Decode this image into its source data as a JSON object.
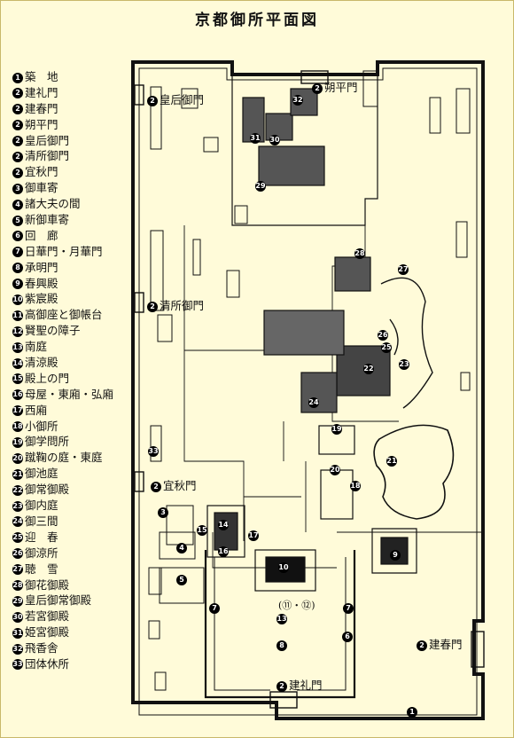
{
  "title": "京都御所平面図",
  "legend": [
    {
      "no": "1",
      "name": "築　地"
    },
    {
      "no": "2",
      "name": "建礼門"
    },
    {
      "no": "2",
      "name": "建春門"
    },
    {
      "no": "2",
      "name": "朔平門"
    },
    {
      "no": "2",
      "name": "皇后御門"
    },
    {
      "no": "2",
      "name": "清所御門"
    },
    {
      "no": "2",
      "name": "宜秋門"
    },
    {
      "no": "3",
      "name": "御車寄"
    },
    {
      "no": "4",
      "name": "諸大夫の間"
    },
    {
      "no": "5",
      "name": "新御車寄"
    },
    {
      "no": "6",
      "name": "回　廊"
    },
    {
      "no": "7",
      "name": "日華門・月華門"
    },
    {
      "no": "8",
      "name": "承明門"
    },
    {
      "no": "9",
      "name": "春興殿"
    },
    {
      "no": "10",
      "name": "紫宸殿"
    },
    {
      "no": "11",
      "name": "高御座と御帳台"
    },
    {
      "no": "12",
      "name": "賢聖の障子"
    },
    {
      "no": "13",
      "name": "南庭"
    },
    {
      "no": "14",
      "name": "清涼殿"
    },
    {
      "no": "15",
      "name": "殿上の門"
    },
    {
      "no": "16",
      "name": "母屋・東廂・弘廂"
    },
    {
      "no": "17",
      "name": "西廂"
    },
    {
      "no": "18",
      "name": "小御所"
    },
    {
      "no": "19",
      "name": "御学問所"
    },
    {
      "no": "20",
      "name": "蹴鞠の庭・東庭"
    },
    {
      "no": "21",
      "name": "御池庭"
    },
    {
      "no": "22",
      "name": "御常御殿"
    },
    {
      "no": "23",
      "name": "御内庭"
    },
    {
      "no": "24",
      "name": "御三間"
    },
    {
      "no": "25",
      "name": "迎　春"
    },
    {
      "no": "26",
      "name": "御涼所"
    },
    {
      "no": "27",
      "name": "聴　雪"
    },
    {
      "no": "28",
      "name": "御花御殿"
    },
    {
      "no": "29",
      "name": "皇后御常御殿"
    },
    {
      "no": "30",
      "name": "若宮御殿"
    },
    {
      "no": "31",
      "name": "姫宮御殿"
    },
    {
      "no": "32",
      "name": "飛香舎"
    },
    {
      "no": "33",
      "name": "団体休所"
    }
  ],
  "map_labels": {
    "kogo_gomon": {
      "no": "2",
      "name": "皇后御門"
    },
    "sakuhei_mon": {
      "no": "2",
      "name": "朔平門"
    },
    "kiyosho_gomon": {
      "no": "2",
      "name": "清所御門"
    },
    "gishu_mon": {
      "no": "2",
      "name": "宜秋門"
    },
    "kenshun_mon": {
      "no": "2",
      "name": "建春門"
    },
    "kenrei_mon": {
      "no": "2",
      "name": "建礼門"
    },
    "takamikura": "(⑪・⑫)"
  },
  "markers": [
    "1",
    "3",
    "4",
    "5",
    "6",
    "7",
    "7",
    "8",
    "9",
    "10",
    "13",
    "14",
    "15",
    "16",
    "17",
    "18",
    "19",
    "20",
    "21",
    "22",
    "23",
    "24",
    "25",
    "26",
    "27",
    "28",
    "29",
    "30",
    "31",
    "32",
    "33"
  ]
}
